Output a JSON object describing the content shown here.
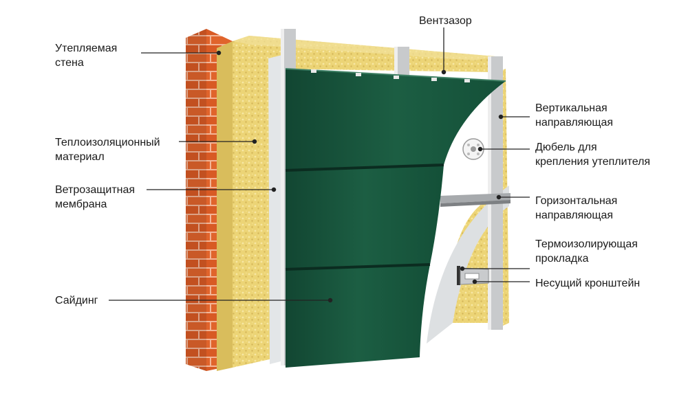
{
  "labels": {
    "insulated_wall": [
      "Утепляемая",
      "стена"
    ],
    "vent_gap": [
      "Вентзазор"
    ],
    "insulation": [
      "Теплоизоляционный",
      "материал"
    ],
    "wind_membrane": [
      "Ветрозащитная",
      "мембрана"
    ],
    "siding": [
      "Сайдинг"
    ],
    "vertical_guide": [
      "Вертикальная",
      "направляющая"
    ],
    "dowel": [
      "Дюбель для",
      "крепления утеплителя"
    ],
    "horizontal_guide": [
      "Горизонтальная",
      "направляющая"
    ],
    "thermal_pad": [
      "Термоизолирующая",
      "прокладка"
    ],
    "bracket": [
      "Несущий кронштейн"
    ]
  },
  "colors": {
    "brick": "#e0642c",
    "brick_mortar": "#f3b597",
    "insulation": "#ecd476",
    "membrane": "#dde0e2",
    "siding": "#1a5a40",
    "metal": "#c8cacc",
    "leader": "#222222"
  }
}
